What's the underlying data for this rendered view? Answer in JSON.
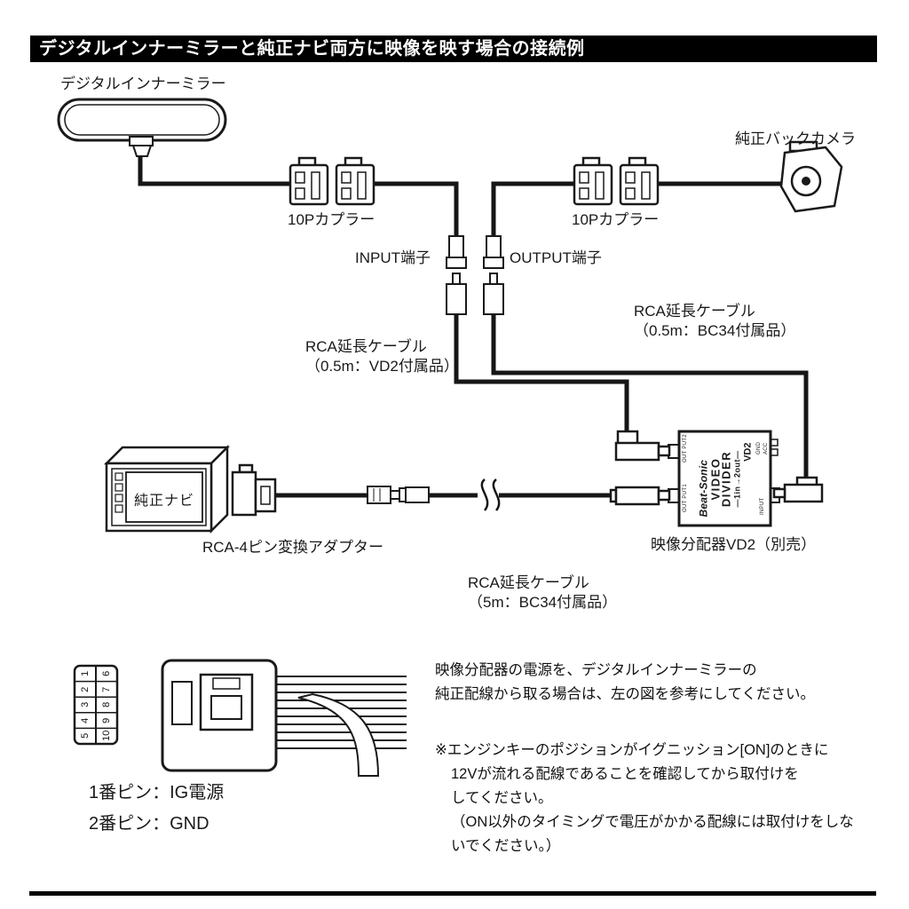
{
  "title": "デジタルインナーミラーと純正ナビ両方に映像を映す場合の接続例",
  "diagram": {
    "mirror_label": "デジタルインナーミラー",
    "camera_label": "純正バックカメラ",
    "coupler_left_label": "10Pカプラー",
    "coupler_right_label": "10Pカプラー",
    "input_label": "INPUT端子",
    "output_label": "OUTPUT端子",
    "cable_bc34_05_line1": "RCA延長ケーブル",
    "cable_bc34_05_line2": "（0.5m：BC34付属品）",
    "cable_vd2_05_line1": "RCA延長ケーブル",
    "cable_vd2_05_line2": "（0.5m：VD2付属品）",
    "navi_label": "純正ナビ",
    "adapter_label": "RCA-4ピン変換アダプター",
    "divider_label": "映像分配器VD2（別売）",
    "cable_bc34_5m_line1": "RCA延長ケーブル",
    "cable_bc34_5m_line2": "（5m：BC34付属品）"
  },
  "divider_device": {
    "brand": "Beat-Sonic",
    "product_line1": "VIDEO",
    "product_line2": "DIVIDER",
    "io_text": "—1in→2out—",
    "model": "VD2",
    "port_out2": "OUT PUT2",
    "port_out1": "OUT PUT1",
    "port_input": "INPUT",
    "term_gnd": "GND",
    "term_acc": "ACC"
  },
  "pinout": {
    "numbers": [
      "1",
      "2",
      "3",
      "4",
      "5",
      "6",
      "7",
      "8",
      "9",
      "10"
    ],
    "pin1_label": "1番ピン：IG電源",
    "pin2_label": "2番ピン：GND"
  },
  "notes": {
    "para1_line1": "映像分配器の電源を、デジタルインナーミラーの",
    "para1_line2": "純正配線から取る場合は、左の図を参考にしてください。",
    "para2_line1": "※エンジンキーのポジションがイグニッション[ON]のときに",
    "para2_line2": "12Vが流れる配線であることを確認してから取付けを",
    "para2_line3": "してください。",
    "para2_line4": "（ON以外のタイミングで電圧がかかる配線には取付けをしな",
    "para2_line5": "いでください。）"
  }
}
